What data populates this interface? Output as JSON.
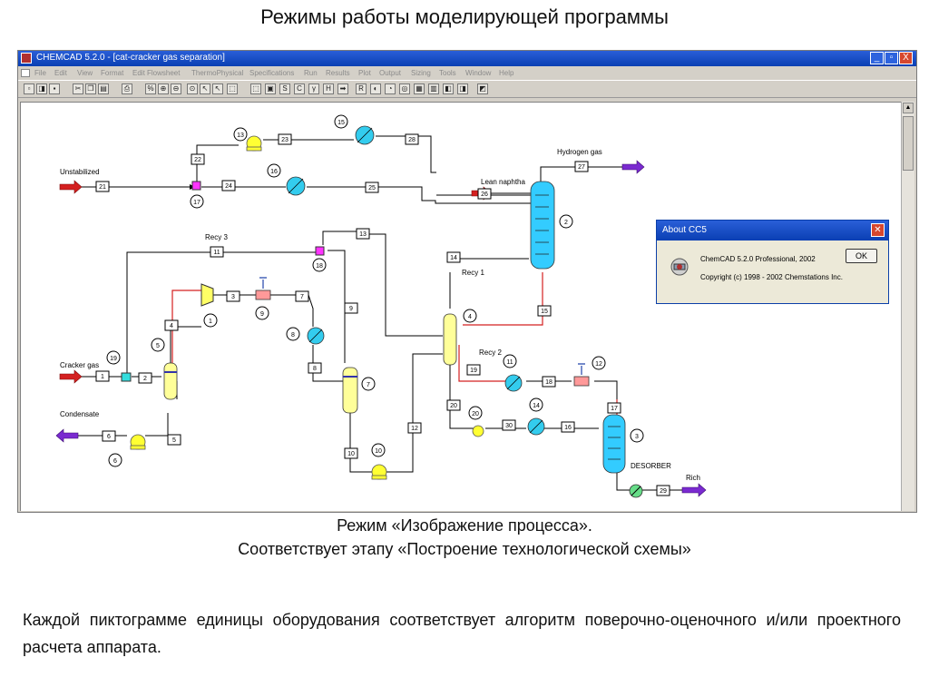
{
  "slide": {
    "title": "Режимы работы моделирующей программы",
    "caption_line1": "Режим «Изображение процесса».",
    "caption_line2": "Соответствует этапу «Построение технологической схемы»",
    "paragraph": "Каждой пиктограмме единицы оборудования соответствует алгоритм поверочно-оценочного и/или проектного расчета аппарата."
  },
  "window": {
    "title": "CHEMCAD 5.2.0 - [cat-cracker gas separation]",
    "buttons": [
      "_",
      "▫",
      "X"
    ],
    "menu": [
      "File",
      "Edit",
      "View",
      "Format",
      "Edit Flowsheet",
      "ThermoPhysical",
      "Specifications",
      "Run",
      "Results",
      "Plot",
      "Output",
      "Sizing",
      "Tools",
      "Window",
      "Help"
    ],
    "toolbar_icons": [
      "new-icon",
      "open-icon",
      "save-icon",
      "cut-icon",
      "copy-icon",
      "paste-icon",
      "print-icon",
      "percent-icon",
      "zoom-in-icon",
      "zoom-out-icon",
      "zoom-icon",
      "add-unit-icon",
      "select-arrow-icon",
      "select-box-icon",
      "frame-icon",
      "box-icon",
      "stream-icon",
      "cursor-c-icon",
      "gamma-icon",
      "h-icon",
      "arrow-right-icon",
      "bold-r-icon",
      "circle-icon",
      "pie-icon",
      "ring-icon",
      "chart-icon",
      "grid-icon",
      "export-icon",
      "import-icon",
      "cg-icon"
    ]
  },
  "colors": {
    "feed_arrow": "#d42020",
    "product_arrow": "#7a2ad0",
    "vessel": "#ffff99",
    "column": "#33ccff",
    "mixer": "#ff33ff",
    "red_line": "#d42020"
  },
  "flowsheet": {
    "labels": {
      "unstabilized": "Unstabilized",
      "cracker_gas": "Cracker gas",
      "condensate": "Condensate",
      "hydrogen_gas": "Hydrogen gas",
      "lean_naphtha": "Lean naphtha",
      "recy3": "Recy 3",
      "recy1": "Recy 1",
      "recy2": "Recy 2",
      "desorber": "DESORBER",
      "rich": "Rich"
    },
    "streams": [
      "21",
      "22",
      "23",
      "24",
      "25",
      "26",
      "27",
      "28",
      "11",
      "13",
      "14",
      "15",
      "4",
      "3",
      "7",
      "9",
      "8",
      "12",
      "1",
      "2",
      "5",
      "6",
      "10",
      "19",
      "18",
      "20",
      "30",
      "16",
      "17",
      "29"
    ],
    "units": [
      "13",
      "15",
      "16",
      "17",
      "2",
      "18",
      "4",
      "1",
      "9",
      "8",
      "7",
      "19",
      "5",
      "6",
      "10",
      "11",
      "12",
      "20",
      "14",
      "3"
    ]
  },
  "about": {
    "title": "About CC5",
    "line1": "ChemCAD 5.2.0 Professional, 2002",
    "line2": "Copyright (c) 1998 - 2002 Chemstations Inc.",
    "ok": "OK"
  }
}
